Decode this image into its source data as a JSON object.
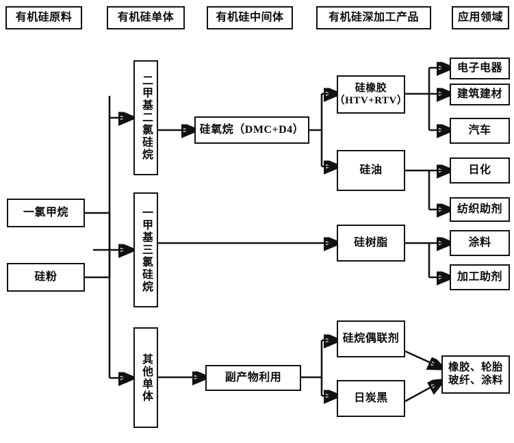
{
  "diagram": {
    "title_row": [
      {
        "label": "有机硅原料"
      },
      {
        "label": "有机硅单体"
      },
      {
        "label": "有机硅中间体"
      },
      {
        "label": "有机硅深加工产品"
      },
      {
        "label": "应用领域"
      }
    ],
    "raw_materials": [
      {
        "label": "一氯甲烷"
      },
      {
        "label": "硅粉"
      }
    ],
    "monomers": [
      {
        "label": "二甲基二氯硅烷"
      },
      {
        "label": "一甲基三氯硅烷"
      },
      {
        "label": "其他单体"
      }
    ],
    "intermediates": [
      {
        "label": "硅氧烷（DMC+D4）"
      },
      {
        "label": "副产物利用"
      }
    ],
    "products": [
      {
        "label": "硅橡胶\n（HTV+RTV）"
      },
      {
        "label": "硅油"
      },
      {
        "label": "硅树脂"
      },
      {
        "label": "硅烷偶联剂"
      },
      {
        "label": "日炭黑"
      }
    ],
    "applications": [
      {
        "label": "电子电器"
      },
      {
        "label": "建筑建材"
      },
      {
        "label": "汽车"
      },
      {
        "label": "日化"
      },
      {
        "label": "纺织助剂"
      },
      {
        "label": "涂料"
      },
      {
        "label": "加工助剂"
      },
      {
        "label": "橡胶、轮胎\n玻纤、涂料"
      }
    ],
    "colors": {
      "stroke": "#111111",
      "background": "#ffffff",
      "text": "#0a0a0a"
    }
  }
}
